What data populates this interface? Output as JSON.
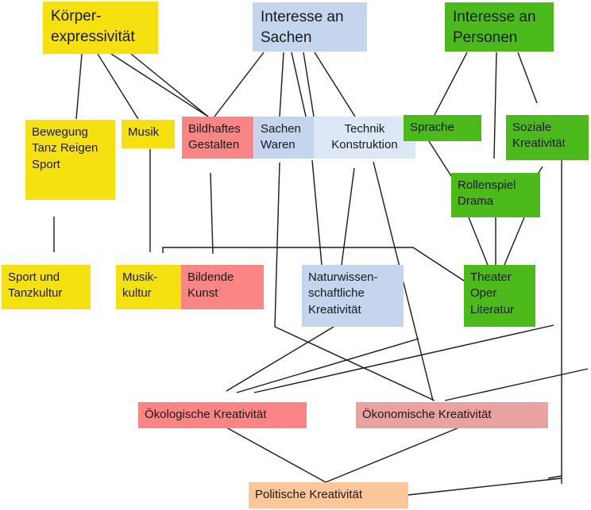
{
  "nodes": {
    "koerper": "Körper-\nexpressivität",
    "sachen_interest": "Interesse an\nSachen",
    "personen_interest": "Interesse an\nPersonen",
    "bewegung": "Bewegung\nTanz Reigen\nSport",
    "musik": "Musik",
    "bildhaftes": "Bildhaftes\nGestalten",
    "sachen_waren": "Sachen\nWaren",
    "technik": "Technik\nKonstruktion",
    "sprache": "Sprache",
    "soziale": "Soziale\nKreativität",
    "rollenspiel": "Rollenspiel\nDrama",
    "sport_tanz": "Sport und\nTanzkultur",
    "musikkultur": "Musik-\nkultur",
    "bildende": "Bildende\nKunst",
    "naturwiss": "Naturwissen-\nschaftliche\nKreativität",
    "theater": "Theater\nOper\nLiteratur",
    "oekologisch": "Ökologische Kreativität",
    "oekonomisch": "Ökonomische Kreativität",
    "politisch": "Politische Kreativität"
  },
  "colors": {
    "yellow": "#f5e10f",
    "blue": "#c5d5ee",
    "green": "#4cba1a",
    "pink": "#fa8585",
    "rose": "#e8a3a0",
    "peach": "#fbc79a"
  }
}
